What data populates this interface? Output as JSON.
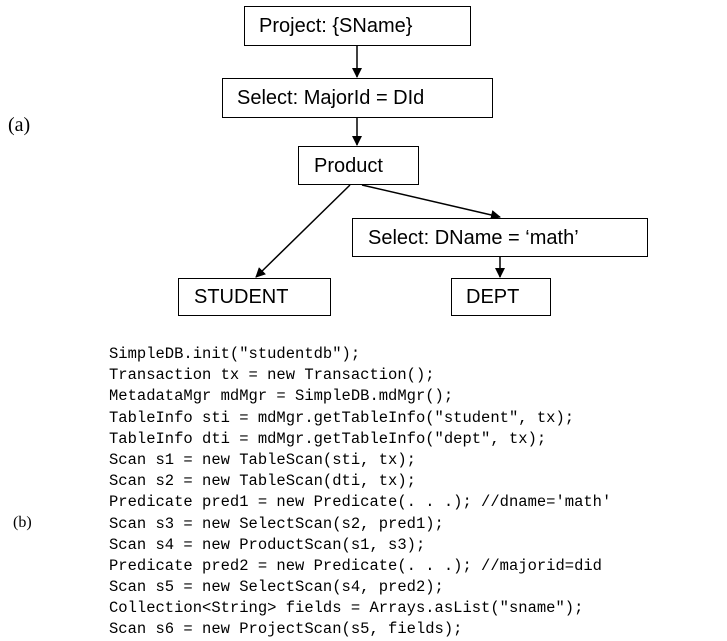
{
  "part_a": {
    "label": "(a)",
    "nodes": {
      "project": "Project:  {SName}",
      "select_major": "Select:  MajorId = DId",
      "product": "Product",
      "select_dname": "Select: DName = ‘math’",
      "student": "STUDENT",
      "dept": "DEPT"
    }
  },
  "part_b": {
    "label": "(b)",
    "code_lines": [
      "SimpleDB.init(\"studentdb\");",
      "Transaction tx = new Transaction();",
      "MetadataMgr mdMgr = SimpleDB.mdMgr();",
      "TableInfo sti = mdMgr.getTableInfo(\"student\", tx);",
      "TableInfo dti = mdMgr.getTableInfo(\"dept\", tx);",
      "Scan s1 = new TableScan(sti, tx);",
      "Scan s2 = new TableScan(dti, tx);",
      "Predicate pred1 = new Predicate(. . .); //dname='math'",
      "Scan s3 = new SelectScan(s2, pred1);",
      "Scan s4 = new ProductScan(s1, s3);",
      "Predicate pred2 = new Predicate(. . .); //majorid=did",
      "Scan s5 = new SelectScan(s4, pred2);",
      "Collection<String> fields = Arrays.asList(\"sname\");",
      "Scan s6 = new ProjectScan(s5, fields);"
    ]
  }
}
